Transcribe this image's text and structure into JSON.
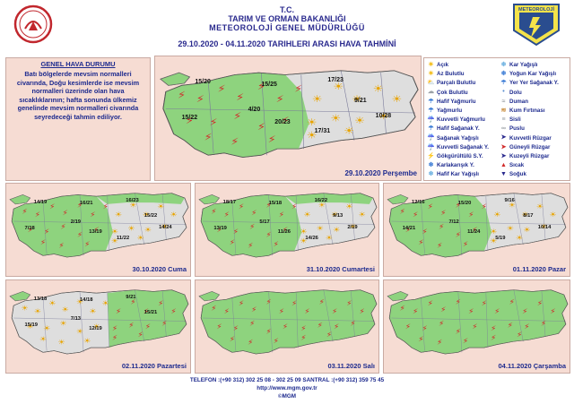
{
  "header": {
    "line1": "T.C.",
    "line2": "TARIM VE ORMAN BAKANLIĞI",
    "line3": "METEOROLOJİ GENEL MÜDÜRLÜĞÜ",
    "line4": "29.10.2020 - 04.11.2020  TARIHLERI ARASI HAVA TAHMİNİ",
    "logo_right_text": "METEOROLOJİ"
  },
  "summary": {
    "title": "GENEL HAVA DURUMU",
    "body": "Batı bölgelerde mevsim normalleri civarında, Doğu kesimlerde ise mevsim normalleri üzerinde olan hava sıcaklıklarının; hafta sonunda ülkemiz genelinde mevsim normalleri civarında seyredeceği tahmin ediliyor."
  },
  "legend": {
    "left": [
      {
        "label": "Açık",
        "icon": "sun-icon",
        "color": "#f2b705"
      },
      {
        "label": "Az Bulutlu",
        "icon": "partly-sun-icon",
        "color": "#f2b705"
      },
      {
        "label": "Parçalı Bulutlu",
        "icon": "partly-cloudy-icon",
        "color": "#f2b705"
      },
      {
        "label": "Çok Bulutlu",
        "icon": "cloud-icon",
        "color": "#9aa0a6"
      },
      {
        "label": "Hafif Yağmurlu",
        "icon": "light-rain-icon",
        "color": "#3a7bd5"
      },
      {
        "label": "Yağmurlu",
        "icon": "rain-icon",
        "color": "#3a7bd5"
      },
      {
        "label": "Kuvvetli Yağmurlu",
        "icon": "heavy-rain-icon",
        "color": "#1f4fb5"
      },
      {
        "label": "Hafif Sağanak Y.",
        "icon": "light-shower-icon",
        "color": "#3a7bd5"
      },
      {
        "label": "Sağanak Yağışlı",
        "icon": "shower-icon",
        "color": "#3a7bd5"
      },
      {
        "label": "Kuvvetli Sağanak Y.",
        "icon": "heavy-shower-icon",
        "color": "#1f4fb5"
      },
      {
        "label": "Gökgürültülü S.Y.",
        "icon": "thunder-icon",
        "color": "#d12a2a"
      },
      {
        "label": "Karlakarışık Y.",
        "icon": "sleet-icon",
        "color": "#3a7bd5"
      },
      {
        "label": "Hafif Kar Yağışlı",
        "icon": "light-snow-icon",
        "color": "#6ab0e0"
      }
    ],
    "right": [
      {
        "label": "Kar Yağışlı",
        "icon": "snow-icon",
        "color": "#6ab0e0"
      },
      {
        "label": "Yoğun Kar Yağışlı",
        "icon": "heavy-snow-icon",
        "color": "#3a7bd5"
      },
      {
        "label": "Yer Yer Sağanak Y.",
        "icon": "scattered-shower-icon",
        "color": "#3a7bd5"
      },
      {
        "label": "Dolu",
        "icon": "hail-icon",
        "color": "#5b8fd0"
      },
      {
        "label": "Duman",
        "icon": "smoke-icon",
        "color": "#9aa0a6"
      },
      {
        "label": "Kum Fırtınası",
        "icon": "sandstorm-icon",
        "color": "#c98b3a"
      },
      {
        "label": "Sisli",
        "icon": "fog-icon",
        "color": "#9aa0a6"
      },
      {
        "label": "Puslu",
        "icon": "haze-icon",
        "color": "#9aa0a6"
      },
      {
        "label": "Kuvvetli Rüzgar",
        "icon": "strong-wind-icon",
        "color": "#2a2a8e"
      },
      {
        "label": "Güneyli Rüzgar",
        "icon": "south-wind-icon",
        "color": "#d12a2a"
      },
      {
        "label": "Kuzeyli Rüzgar",
        "icon": "north-wind-icon",
        "color": "#2a2a8e"
      },
      {
        "label": "Sıcak",
        "icon": "hot-icon",
        "color": "#d12a2a"
      },
      {
        "label": "Soğuk",
        "icon": "cold-icon",
        "color": "#2a2a8e"
      }
    ]
  },
  "maps": [
    {
      "id": "m0",
      "date": "29.10.2020 Perşembe",
      "temps": [
        "15/20",
        "15/25",
        "17/23",
        "9/21",
        "4/20",
        "15/22",
        "20/23",
        "17/31",
        "10/28"
      ]
    },
    {
      "id": "m1",
      "date": "30.10.2020 Cuma",
      "temps": [
        "14/19",
        "16/21",
        "16/23",
        "15/22",
        "2/19",
        "7/18",
        "13/19",
        "11/22",
        "14/24"
      ]
    },
    {
      "id": "m2",
      "date": "31.10.2020 Cumartesi",
      "temps": [
        "18/17",
        "15/18",
        "16/22",
        "9/13",
        "5/17",
        "13/19",
        "11/26",
        "14/26",
        "2/19"
      ]
    },
    {
      "id": "m3",
      "date": "01.11.2020 Pazar",
      "temps": [
        "12/16",
        "15/20",
        "9/16",
        "8/17",
        "7/12",
        "14/21",
        "11/24",
        "5/19",
        "10/14"
      ]
    },
    {
      "id": "m4",
      "date": "02.11.2020 Pazartesi",
      "temps": [
        "13/18",
        "14/18",
        "9/21",
        "15/21",
        "7/13",
        "15/19",
        "12/19"
      ]
    },
    {
      "id": "m5",
      "date": "03.11.2020 Salı",
      "temps": []
    },
    {
      "id": "m6",
      "date": "04.11.2020 Çarşamba",
      "temps": []
    }
  ],
  "footer": {
    "line1": "TELEFON :(+90 312) 302 25 08 - 302 25 09  SANTRAL :(+90 312) 359 75 45",
    "line2": "http://www.mgm.gov.tr",
    "line3": "©MGM"
  },
  "colors": {
    "panel_bg": "#f6dcd3",
    "sea_bg": "#f6dcd3",
    "land_green": "#8ed37e",
    "land_grey": "#dedede",
    "title_blue": "#2a2a8e"
  }
}
